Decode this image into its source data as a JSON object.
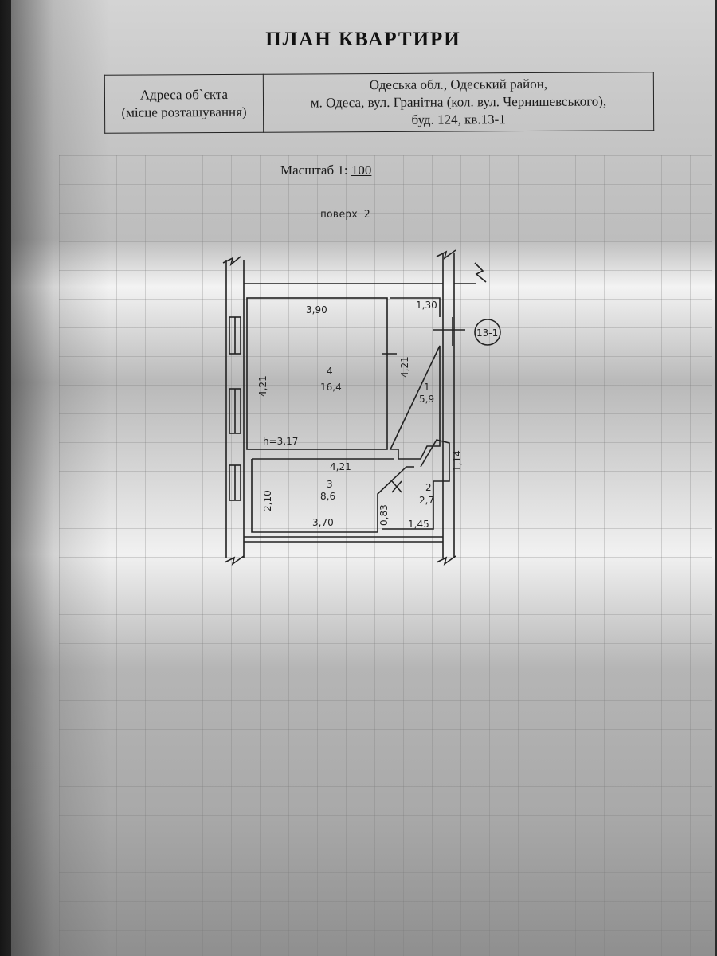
{
  "document": {
    "title": "ПЛАН КВАРТИРИ",
    "address_label_line1": "Адреса об`єкта",
    "address_label_line2": "(місце розташування)",
    "address_line1": "Одеська обл., Одеський район,",
    "address_line2": "м. Одеса, вул. Гранітна (кол. вул. Чернишевського),",
    "address_line3": "буд. 124, кв.13-1",
    "scale_prefix": "Масштаб 1:",
    "scale_value": "100",
    "floor_label": "поверх 2"
  },
  "plan": {
    "apartment_marker": "13-1",
    "ceiling_height": "h=3,17",
    "rooms": [
      {
        "number": "4",
        "area": "16,4"
      },
      {
        "number": "1",
        "area": "5,9"
      },
      {
        "number": "3",
        "area": "8,6"
      },
      {
        "number": "2",
        "area": "2,7"
      }
    ],
    "dimensions": {
      "room4_width": "3,90",
      "room4_height": "4,21",
      "room1_width": "1,30",
      "room1_height": "4,21",
      "room3_top": "4,21",
      "room3_height": "2,10",
      "room3_bottom": "3,70",
      "room2_side": "1,14",
      "room2_bottom": "1,45",
      "room2_left": "0,83"
    }
  }
}
